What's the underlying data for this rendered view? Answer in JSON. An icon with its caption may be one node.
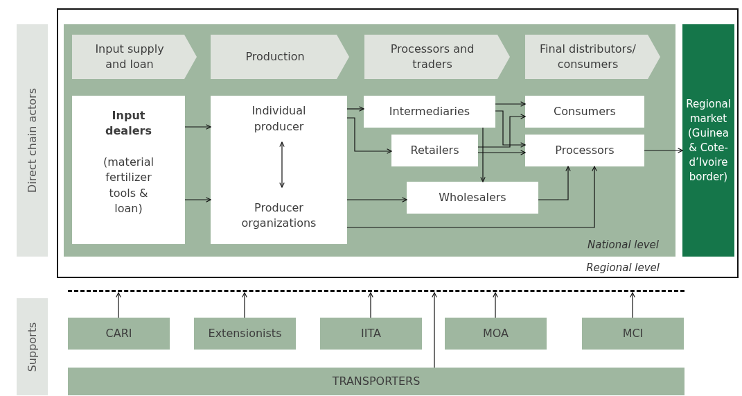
{
  "diagram": {
    "nodes": [
      {
        "text": [
          "Regional level"
        ]
      },
      {
        "text": [
          "National level"
        ],
        "in": 0
      },
      {
        "text": [
          "Input supply and loan"
        ],
        "in": 1
      },
      {
        "text": [
          "Production"
        ],
        "in": 1
      },
      {
        "text": [
          "Processors and traders"
        ],
        "in": 1
      },
      {
        "text": [
          "Final distributors/ consumers"
        ],
        "in": 1
      },
      {
        "text": [
          "Input dealers",
          "(material fertilizer tools & loan)"
        ],
        "in": 1
      },
      {
        "text": [],
        "shape": "box",
        "in": 1
      },
      {
        "text": [
          "Individual producer"
        ],
        "in": 7
      },
      {
        "text": [
          "Producer organizations"
        ],
        "in": 7
      },
      {
        "text": [
          "Intermediaries"
        ],
        "in": 1
      },
      {
        "text": [
          "Retailers"
        ],
        "in": 1
      },
      {
        "text": [
          "Wholesalers"
        ],
        "in": 1
      },
      {
        "text": [
          "Consumers"
        ],
        "in": 1
      },
      {
        "text": [
          "Processors"
        ],
        "in": 1
      },
      {
        "text": [
          "Regional market (Guinea & Cote-d’Ivoire border)"
        ],
        "in": 0
      },
      {
        "text": [
          "Direct chain actors"
        ]
      },
      {
        "text": [],
        "shape": "bar"
      },
      {
        "text": [
          "Supports"
        ]
      },
      {
        "text": [
          "CARI"
        ]
      },
      {
        "text": [
          "Extensionists"
        ]
      },
      {
        "text": [
          "IITA"
        ]
      },
      {
        "text": [
          "MOA"
        ]
      },
      {
        "text": [
          "MCI"
        ]
      },
      {
        "text": [
          "TRANSPORTERS"
        ]
      }
    ],
    "edges": [
      {
        "from": 6,
        "to": 7,
        "arrow": "to"
      },
      {
        "from": 6,
        "to": 7,
        "arrow": "to"
      },
      {
        "from": 8,
        "to": 9,
        "arrow": "both"
      },
      {
        "from": 7,
        "to": 10,
        "arrow": "to"
      },
      {
        "from": 7,
        "to": 11,
        "arrow": "to"
      },
      {
        "from": 7,
        "to": 12,
        "arrow": "to"
      },
      {
        "from": 7,
        "to": 14,
        "arrow": "to"
      },
      {
        "from": 10,
        "to": 13,
        "arrow": "to"
      },
      {
        "from": 10,
        "to": 14,
        "arrow": "to"
      },
      {
        "from": 10,
        "to": 12,
        "arrow": "to"
      },
      {
        "from": 11,
        "to": 13,
        "arrow": "to"
      },
      {
        "from": 11,
        "to": 14,
        "arrow": "to"
      },
      {
        "from": 12,
        "to": 14,
        "arrow": "to"
      },
      {
        "from": 14,
        "to": 15,
        "arrow": "to"
      },
      {
        "from": 19,
        "to": 17,
        "arrow": "to"
      },
      {
        "from": 20,
        "to": 17,
        "arrow": "to"
      },
      {
        "from": 21,
        "to": 17,
        "arrow": "to"
      },
      {
        "from": 24,
        "to": 17,
        "arrow": "to"
      },
      {
        "from": 22,
        "to": 17,
        "arrow": "to"
      },
      {
        "from": 23,
        "to": 17,
        "arrow": "to"
      }
    ]
  }
}
